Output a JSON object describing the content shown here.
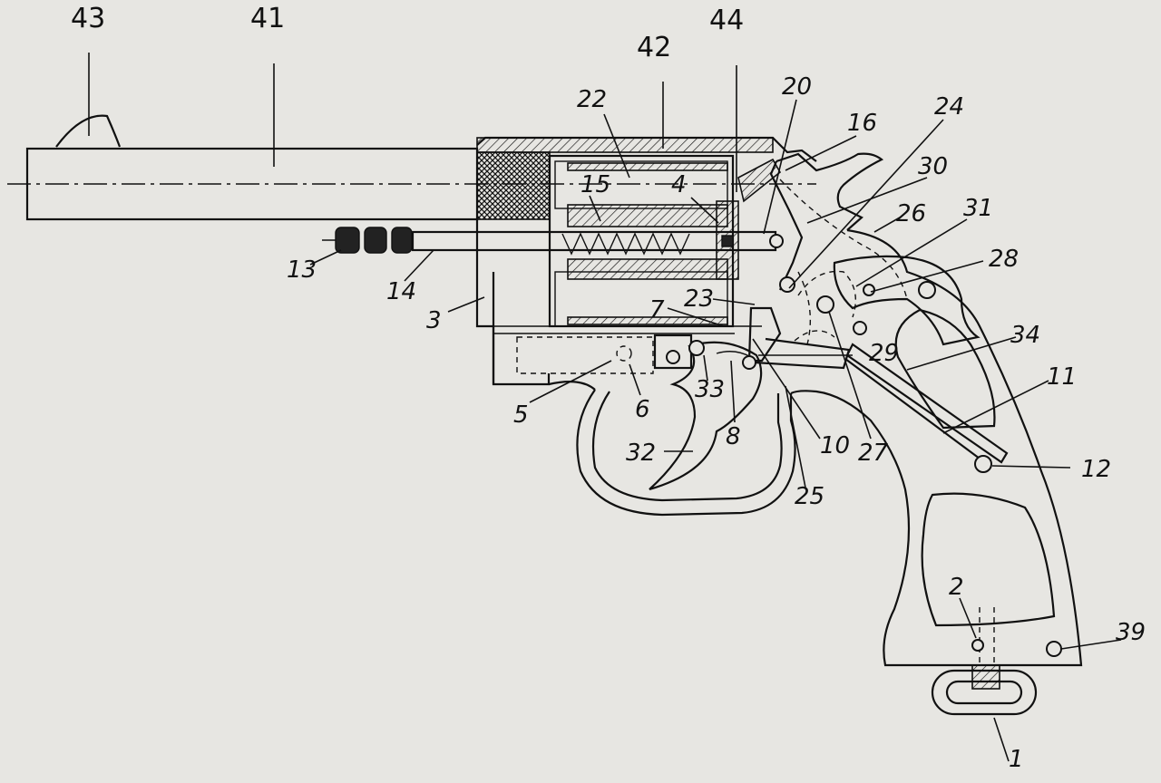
{
  "figure": {
    "labels": [
      {
        "id": "lbl-43",
        "text": "43"
      },
      {
        "id": "lbl-41",
        "text": "41"
      },
      {
        "id": "lbl-42",
        "text": "42"
      },
      {
        "id": "lbl-44",
        "text": "44"
      },
      {
        "id": "lbl-22",
        "text": "22"
      },
      {
        "id": "lbl-20",
        "text": "20"
      },
      {
        "id": "lbl-16",
        "text": "16"
      },
      {
        "id": "lbl-24",
        "text": "24"
      },
      {
        "id": "lbl-30",
        "text": "30"
      },
      {
        "id": "lbl-15",
        "text": "15"
      },
      {
        "id": "lbl-4",
        "text": "4"
      },
      {
        "id": "lbl-26",
        "text": "26"
      },
      {
        "id": "lbl-31",
        "text": "31"
      },
      {
        "id": "lbl-28",
        "text": "28"
      },
      {
        "id": "lbl-13",
        "text": "13"
      },
      {
        "id": "lbl-14",
        "text": "14"
      },
      {
        "id": "lbl-3",
        "text": "3"
      },
      {
        "id": "lbl-23",
        "text": "23"
      },
      {
        "id": "lbl-7",
        "text": "7"
      },
      {
        "id": "lbl-34",
        "text": "34"
      },
      {
        "id": "lbl-29",
        "text": "29"
      },
      {
        "id": "lbl-11",
        "text": "11"
      },
      {
        "id": "lbl-33",
        "text": "33"
      },
      {
        "id": "lbl-5",
        "text": "5"
      },
      {
        "id": "lbl-6",
        "text": "6"
      },
      {
        "id": "lbl-8",
        "text": "8"
      },
      {
        "id": "lbl-10",
        "text": "10"
      },
      {
        "id": "lbl-27",
        "text": "27"
      },
      {
        "id": "lbl-32",
        "text": "32"
      },
      {
        "id": "lbl-25",
        "text": "25"
      },
      {
        "id": "lbl-12",
        "text": "12"
      },
      {
        "id": "lbl-2",
        "text": "2"
      },
      {
        "id": "lbl-39",
        "text": "39"
      },
      {
        "id": "lbl-1",
        "text": "1"
      }
    ]
  }
}
